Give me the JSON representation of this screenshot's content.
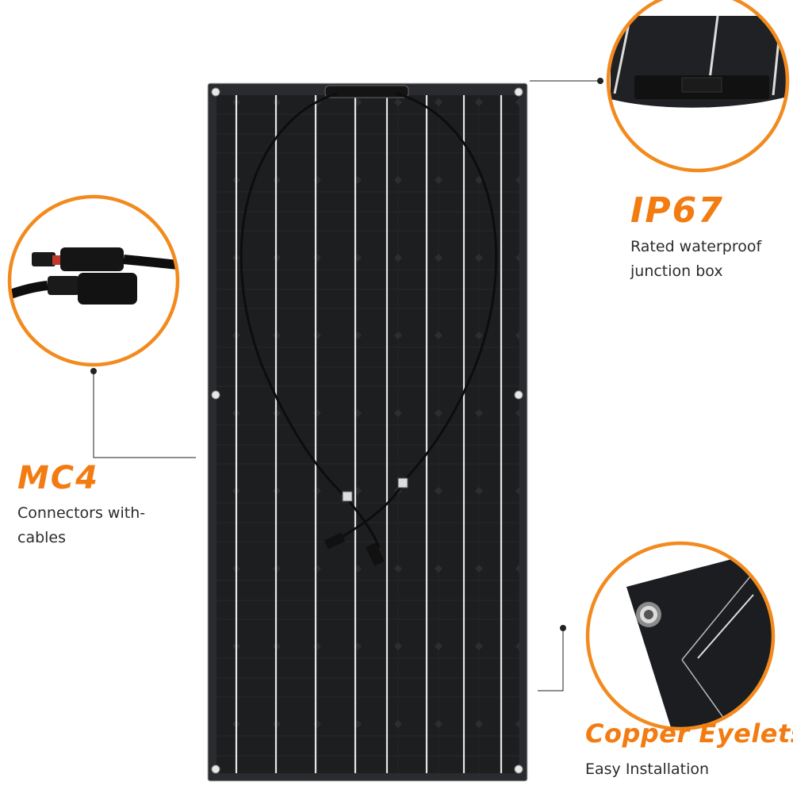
{
  "callouts": {
    "ip67": {
      "title": "IP67",
      "line1": "Rated waterproof",
      "line2": "junction box"
    },
    "mc4": {
      "title": "MC4",
      "line1": "Connectors with-",
      "line2": "cables"
    },
    "eyelets": {
      "title": "Copper Eyelets",
      "line1": "Easy Installation"
    }
  },
  "colors": {
    "accent": "#f27c12",
    "panel": "#1e1f21",
    "busbar": "#e6e6e6",
    "leader": "#222222"
  },
  "icons": [
    "junction-box-zoom",
    "mc4-connector-zoom",
    "copper-eyelet-zoom"
  ]
}
